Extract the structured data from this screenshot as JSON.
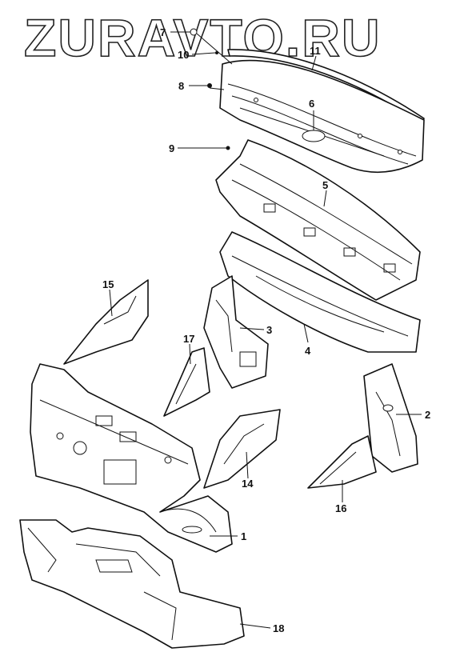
{
  "watermark": "ZURAVTO.RU",
  "parts": [
    {
      "id": "p1",
      "number": "1"
    },
    {
      "id": "p2",
      "number": "2"
    },
    {
      "id": "p3",
      "number": "3"
    },
    {
      "id": "p4",
      "number": "4"
    },
    {
      "id": "p5",
      "number": "5"
    },
    {
      "id": "p6",
      "number": "6"
    },
    {
      "id": "p7",
      "number": "7"
    },
    {
      "id": "p8",
      "number": "8"
    },
    {
      "id": "p9",
      "number": "9"
    },
    {
      "id": "p10",
      "number": "10"
    },
    {
      "id": "p11",
      "number": "11"
    },
    {
      "id": "p14",
      "number": "14"
    },
    {
      "id": "p15",
      "number": "15"
    },
    {
      "id": "p16",
      "number": "16"
    },
    {
      "id": "p17",
      "number": "17"
    },
    {
      "id": "p18",
      "number": "18"
    }
  ]
}
